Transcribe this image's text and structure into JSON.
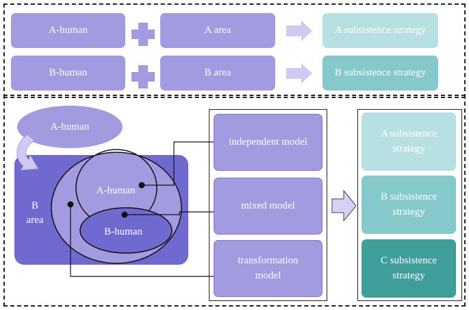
{
  "top": {
    "row1": {
      "human": "A-human",
      "area": "A area",
      "strategy": "A subsistence strategy"
    },
    "row2": {
      "human": "B-human",
      "area": "B area",
      "strategy": "B subsistence strategy"
    }
  },
  "bottom": {
    "migrant": "A-human",
    "area_line1": "B",
    "area_line2": "area",
    "inner_a": "A-human",
    "inner_b": "B-human",
    "models": [
      "independent model",
      "mixed model",
      "transformation model"
    ],
    "strategies": [
      "A subsistence strategy",
      "B subsistence strategy",
      "C subsistence strategy"
    ]
  },
  "colors": {
    "purple": "#a29bdf",
    "dark_purple": "#7069d0",
    "teal_light": "#b7e0e3",
    "teal_mid": "#86c9cb",
    "teal_dark": "#3f9d9a"
  }
}
